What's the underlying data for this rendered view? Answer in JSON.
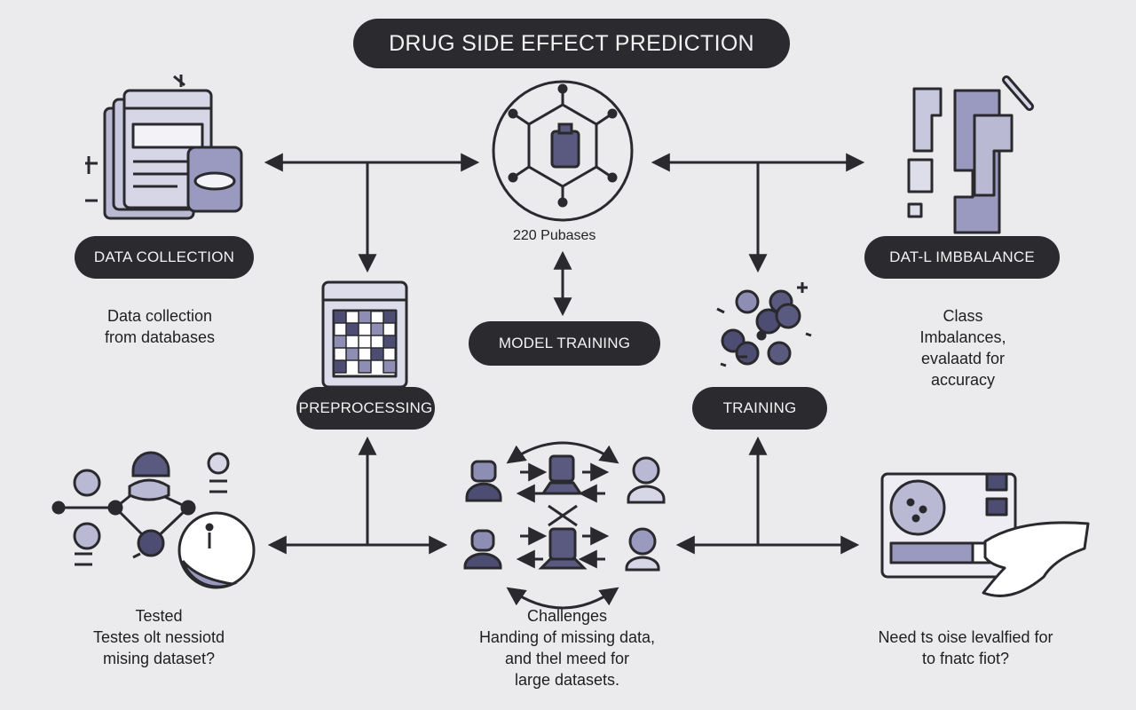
{
  "title": "DRUG SIDE EFFECT PREDICTION",
  "nodes": {
    "data_collection": {
      "label": "DATA COLLECTION"
    },
    "preprocessing": {
      "label": "PREPROCESSING"
    },
    "model_training": {
      "label": "MODEL TRAINING",
      "sublabel": "220 Pubases"
    },
    "training": {
      "label": "TRAINING"
    },
    "data_imbalance": {
      "label": "DAT-L IMBBALANCE"
    }
  },
  "captions": {
    "data_collection": [
      "Data collection",
      "from databases"
    ],
    "data_imbalance": [
      "Class",
      "Imbalances,",
      "evalaatd for",
      "accuracy"
    ],
    "tested": [
      "Tested",
      "Testes olt nessiotd",
      "mising dataset?"
    ],
    "challenges": [
      "Challenges",
      "Handing of missing data,",
      "and thel meed for",
      "large datasets."
    ],
    "need": [
      "Need ts oise levalfied for",
      "to fnatc fiot?"
    ]
  },
  "icons": {
    "data_collection": "database-window-icon",
    "model_training": "molecule-network-icon",
    "data_imbalance": "imbalance-blocks-icon",
    "preprocessing": "grid-matrix-icon",
    "training": "scatter-cluster-icon",
    "tested": "people-network-icon",
    "challenges": "people-exchange-icon",
    "need": "hand-device-icon"
  },
  "colors": {
    "background": "#ebebee",
    "pill": "#2b2b2f",
    "stroke": "#2a2a2e",
    "fill_accent": "#8e8eb4",
    "fill_light": "#b9b9d3",
    "fill_dark": "#4d4d73"
  }
}
